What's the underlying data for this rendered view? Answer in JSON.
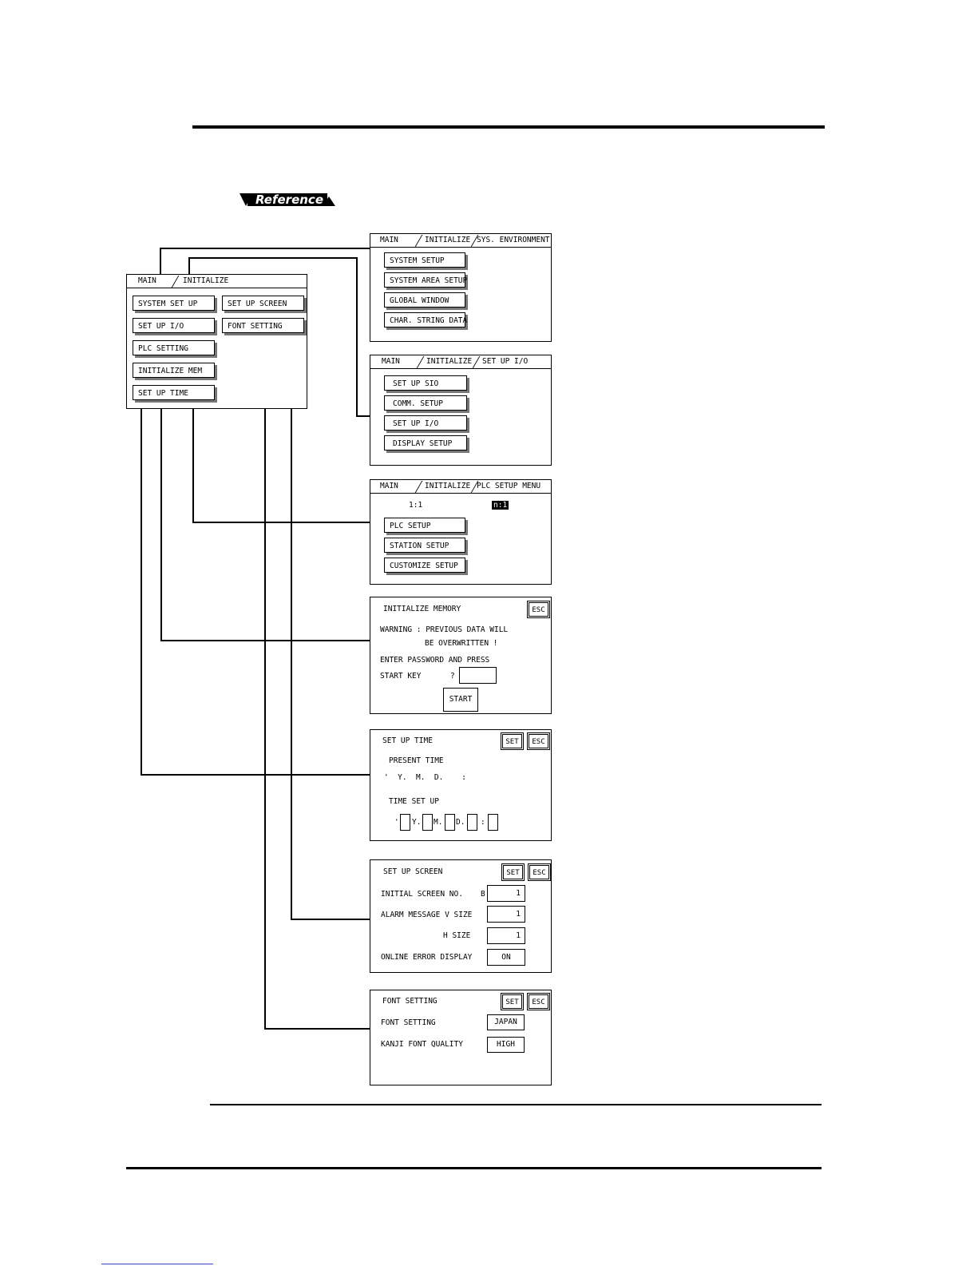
{
  "reference_label": "Reference",
  "main_panel": {
    "tabs": [
      "MAIN",
      "INITIALIZE"
    ],
    "buttons": [
      "SYSTEM SET UP",
      "SET UP SCREEN",
      "SET UP I/O",
      "FONT SETTING",
      "PLC SETTING",
      "INITIALIZE MEM",
      "SET UP TIME"
    ]
  },
  "sys_env_panel": {
    "tabs": [
      "MAIN",
      "INITIALIZE",
      "SYS. ENVIRONMENT"
    ],
    "buttons": [
      "SYSTEM SETUP",
      "SYSTEM AREA SETUP",
      "GLOBAL WINDOW",
      "CHAR. STRING DATA"
    ]
  },
  "io_panel": {
    "tabs": [
      "MAIN",
      "INITIALIZE",
      "SET UP I/O"
    ],
    "buttons": [
      "SET UP SIO",
      "COMM. SETUP",
      "SET UP I/O",
      "DISPLAY SETUP"
    ]
  },
  "plc_panel": {
    "tabs": [
      "MAIN",
      "INITIALIZE",
      "PLC SETUP MENU"
    ],
    "mode_1_1": "1:1",
    "mode_n_1": "n:1",
    "buttons": [
      "PLC SETUP",
      "STATION SETUP",
      "CUSTOMIZE SETUP"
    ]
  },
  "init_mem_panel": {
    "title": "INITIALIZE MEMORY",
    "esc": "ESC",
    "warning_line1": "WARNING : PREVIOUS DATA WILL",
    "warning_line2": "BE OVERWRITTEN !",
    "enter_line": "ENTER PASSWORD AND PRESS",
    "start_key": "START KEY",
    "question": "?",
    "start": "START"
  },
  "time_panel": {
    "title": "SET UP TIME",
    "set": "SET",
    "esc": "ESC",
    "present_time": "PRESENT TIME",
    "present_values": "'  Y.  M.  D.    :",
    "time_set_up": "TIME SET UP",
    "apostrophe": "'",
    "unit_y": "Y.",
    "unit_m": "M.",
    "unit_d": "D.",
    "colon": ":"
  },
  "screen_panel": {
    "title": "SET UP SCREEN",
    "set": "SET",
    "esc": "ESC",
    "initial_screen": "INITIAL SCREEN NO.",
    "prefix_b": "B",
    "initial_value": "1",
    "alarm_v": "ALARM MESSAGE V SIZE",
    "alarm_v_value": "1",
    "h_size": "H SIZE",
    "h_size_value": "1",
    "online_error": "ONLINE ERROR DISPLAY",
    "online_value": "ON"
  },
  "font_panel": {
    "title": "FONT SETTING",
    "set": "SET",
    "esc": "ESC",
    "font_setting": "FONT SETTING",
    "font_value": "JAPAN",
    "kanji_quality": "KANJI FONT QUALITY",
    "kanji_value": "HIGH"
  }
}
